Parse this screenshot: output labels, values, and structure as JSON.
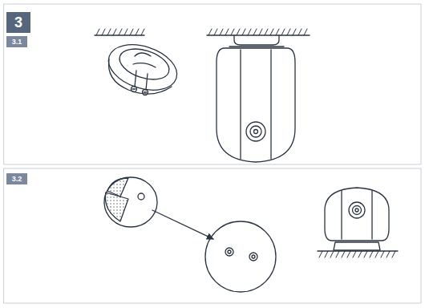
{
  "diagram": {
    "nodes": [
      {
        "text": [
          "3"
        ]
      },
      {
        "text": [
          "3.1"
        ]
      },
      {
        "text": [
          "3.2"
        ]
      }
    ]
  }
}
